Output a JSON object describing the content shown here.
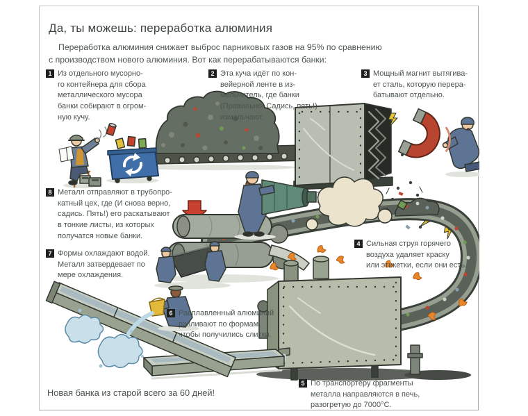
{
  "page": {
    "title": "Да, ты можешь: переработка алюминия",
    "intro": "Переработка алюминия снижает выброс парниковых газов на 95% по сравнению\nс производством нового алюминия. Вот как перерабатываются банки:",
    "footer": "Новая банка из старой всего за 60 дней!"
  },
  "steps": [
    {
      "num": "1",
      "text": "Из отдельного мусорно-\nго контейнера для сбора\nметаллического мусора\nбанки собирают в огром-\nную кучу."
    },
    {
      "num": "2",
      "text": "Эта куча идёт по кон-\nвейерной ленте в из-\nмельчитель, где банки\n(Правильно! Садись, пять!)\nизмельчают."
    },
    {
      "num": "3",
      "text": "Мощный магнит вытягива-\nет сталь, которую перера-\nбатывают отдельно."
    },
    {
      "num": "4",
      "text": "Сильная струя горячего\nвоздуха удаляет краску\nили этикетки, если они есть."
    },
    {
      "num": "5",
      "text": "По транспортёру фрагменты\nметалла направляются в печь,\nразогретую до 7000°С."
    },
    {
      "num": "6",
      "text": "Расплавленный алюминий\nразливают по формам,\nчтобы получились слитки."
    },
    {
      "num": "7",
      "text": "Формы охлаждают водой.\nМеталл затвердевает по\nмере охлаждения."
    },
    {
      "num": "8",
      "text": "Металл отправляют в трубопро-\nкатный цех, где (И снова верно,\nсадись. Пять!) его раскатывают\nв тонкие листы, из которых\nполучатся новые банки."
    }
  ],
  "illustration": {
    "icons": [
      "recycle-icon",
      "down-arrow-icon",
      "magnet-icon",
      "lightning-icon",
      "flame-icon"
    ],
    "colors": {
      "machine_grey": "#b6bdaa",
      "belt_grey": "#969e90",
      "metal_dark": "#5a6158",
      "can_pile": "#656e62",
      "magnet_red": "#b8452f",
      "bin_blue": "#3f6ea8",
      "water_blue": "#c9e0ea",
      "flame_orange": "#e8872a",
      "overalls_blue": "#5e7494",
      "dust_beige": "#ece3cd",
      "arrow_red": "#c8402e",
      "lightning_yellow": "#e8c531"
    }
  }
}
